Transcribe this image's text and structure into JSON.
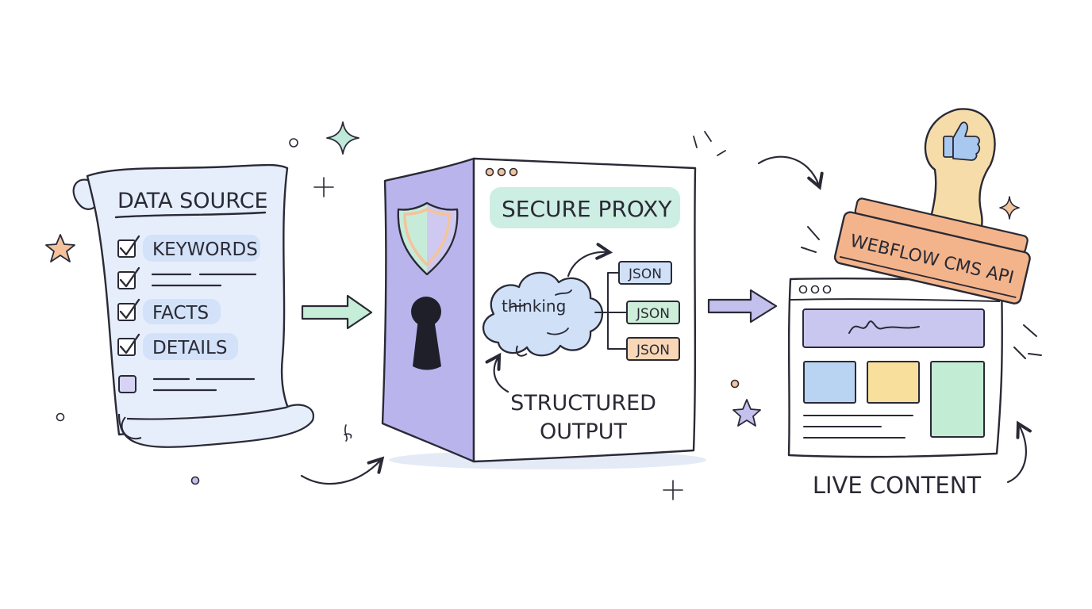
{
  "data_source": {
    "title": "DATA SOURCE",
    "items": [
      {
        "label": "KEYWORDS",
        "checked": true
      },
      {
        "label": "",
        "checked": true
      },
      {
        "label": "FACTS",
        "checked": true
      },
      {
        "label": "DETAILS",
        "checked": true
      },
      {
        "label": "",
        "checked": false
      }
    ]
  },
  "proxy": {
    "title": "SECURE PROXY",
    "thinking_label": "thinking",
    "json_labels": [
      "JSON",
      "JSON",
      "JSON"
    ],
    "output_label_line1": "STRUCTURED",
    "output_label_line2": "OUTPUT"
  },
  "stamp": {
    "label": "WEBFLOW CMS API"
  },
  "live": {
    "label": "LIVE CONTENT"
  },
  "colors": {
    "ink": "#2a2a36",
    "scroll_fill": "#e6eefc",
    "item_highlight": "#d3e2f8",
    "proxy_side": "#b9b5ec",
    "proxy_title_bg": "#cdeee2",
    "cloud_fill": "#cfe0f7",
    "json_blue": "#cfe0f7",
    "json_green": "#cdeed9",
    "json_orange": "#f8d6b6",
    "stamp_orange": "#f3b48b",
    "stamp_handle": "#f6dca9",
    "thumb_blue": "#a9c8f0",
    "browser_header": "#c9c6f0",
    "card_blue": "#b9d3f2",
    "card_yellow": "#f8df9c",
    "card_green": "#c2ecd3",
    "arrow_green": "#c5edd7",
    "arrow_purple": "#c4c0ee",
    "star_orange": "#f4c39c",
    "star_teal": "#bfe9d9",
    "star_purple": "#c5c1ee"
  },
  "icons": [
    "check-icon",
    "shield-icon",
    "keyhole-icon",
    "cloud-icon",
    "thumbs-up-icon",
    "star-icon",
    "sparkle-icon"
  ]
}
